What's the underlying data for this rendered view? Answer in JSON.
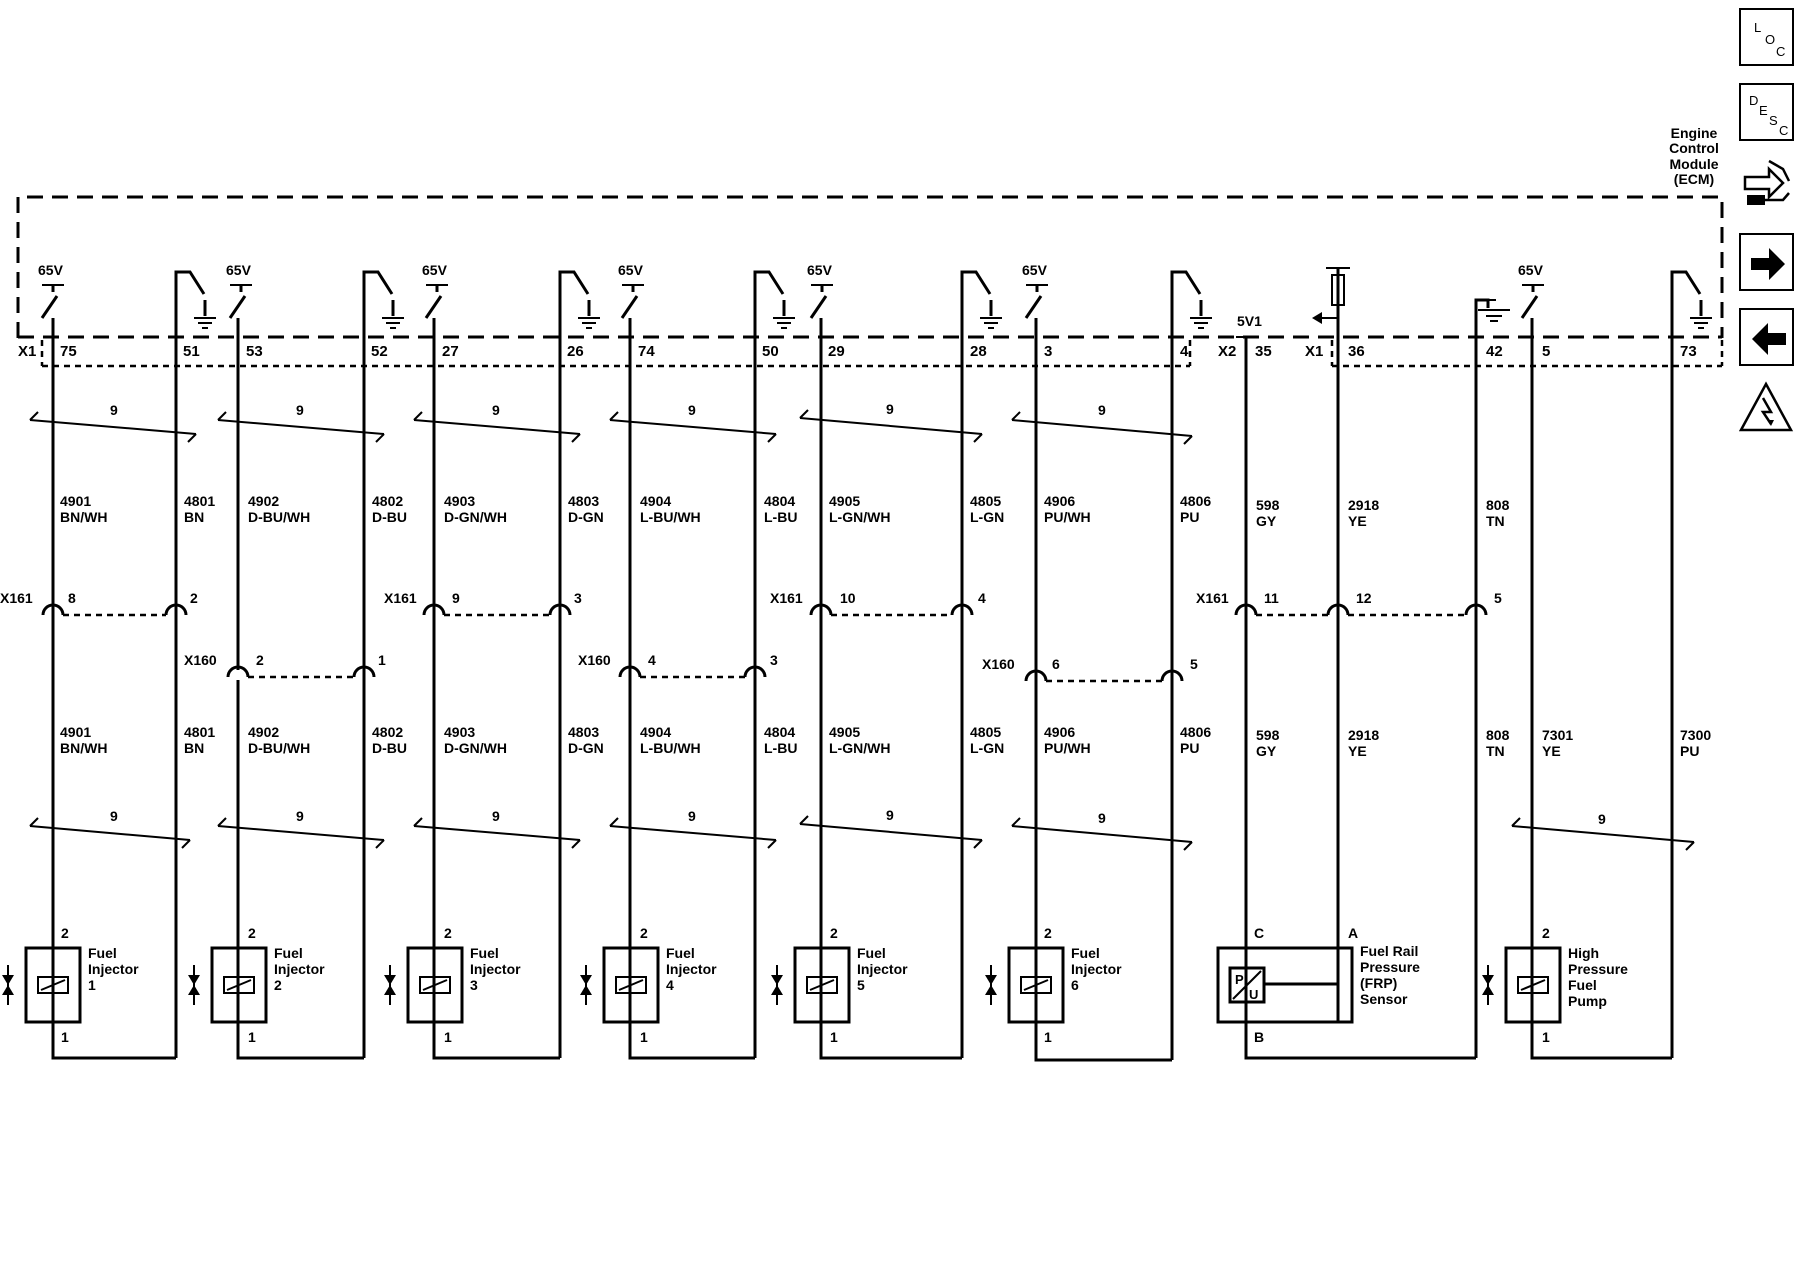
{
  "sidebar": {
    "loc": [
      "L",
      "O",
      "C"
    ],
    "desc": [
      "D",
      "E",
      "S",
      "C"
    ]
  },
  "module": {
    "name_lines": [
      "Engine",
      "Control",
      "Module",
      "(ECM)"
    ],
    "connectors": [
      "X1",
      "X2",
      "X1"
    ],
    "voltage": "65V",
    "ref_5v": "5V1"
  },
  "inline_connectors": {
    "x161": "X161",
    "x160": "X160"
  },
  "twist": "9",
  "injectors": [
    {
      "ecm_high": "75",
      "ecm_low": "51",
      "wire_high": "4901",
      "color_high": "BN/WH",
      "wire_low": "4801",
      "color_low": "BN",
      "conn": "X161",
      "pin_high": "8",
      "pin_low": "2",
      "name": [
        "Fuel",
        "Injector",
        "1"
      ],
      "t2": "2",
      "t1": "1"
    },
    {
      "ecm_high": "53",
      "ecm_low": "52",
      "wire_high": "4902",
      "color_high": "D-BU/WH",
      "wire_low": "4802",
      "color_low": "D-BU",
      "conn": "X160",
      "pin_high": "2",
      "pin_low": "1",
      "name": [
        "Fuel",
        "Injector",
        "2"
      ],
      "t2": "2",
      "t1": "1"
    },
    {
      "ecm_high": "27",
      "ecm_low": "26",
      "wire_high": "4903",
      "color_high": "D-GN/WH",
      "wire_low": "4803",
      "color_low": "D-GN",
      "conn": "X161",
      "pin_high": "9",
      "pin_low": "3",
      "name": [
        "Fuel",
        "Injector",
        "3"
      ],
      "t2": "2",
      "t1": "1"
    },
    {
      "ecm_high": "74",
      "ecm_low": "50",
      "wire_high": "4904",
      "color_high": "L-BU/WH",
      "wire_low": "4804",
      "color_low": "L-BU",
      "conn": "X160",
      "pin_high": "4",
      "pin_low": "3",
      "name": [
        "Fuel",
        "Injector",
        "4"
      ],
      "t2": "2",
      "t1": "1"
    },
    {
      "ecm_high": "29",
      "ecm_low": "28",
      "wire_high": "4905",
      "color_high": "L-GN/WH",
      "wire_low": "4805",
      "color_low": "L-GN",
      "conn": "X161",
      "pin_high": "10",
      "pin_low": "4",
      "name": [
        "Fuel",
        "Injector",
        "5"
      ],
      "t2": "2",
      "t1": "1"
    },
    {
      "ecm_high": "3",
      "ecm_low": "4",
      "wire_high": "4906",
      "color_high": "PU/WH",
      "wire_low": "4806",
      "color_low": "PU",
      "conn": "X160",
      "pin_high": "6",
      "pin_low": "5",
      "name": [
        "Fuel",
        "Injector",
        "6"
      ],
      "t2": "2",
      "t1": "1"
    }
  ],
  "frp": {
    "ecm_pins": [
      "35",
      "36",
      "42"
    ],
    "wires": [
      {
        "id": "598",
        "color": "GY"
      },
      {
        "id": "2918",
        "color": "YE"
      },
      {
        "id": "808",
        "color": "TN"
      }
    ],
    "conn": "X161",
    "conn_pins": [
      "11",
      "12",
      "5"
    ],
    "terminals": {
      "c": "C",
      "a": "A",
      "b": "B"
    },
    "symbol": [
      "P",
      "U"
    ],
    "name": [
      "Fuel Rail",
      "Pressure",
      "(FRP)",
      "Sensor"
    ]
  },
  "pump": {
    "ecm_pins": [
      "5",
      "73"
    ],
    "wires": [
      {
        "id": "7301",
        "color": "YE"
      },
      {
        "id": "7300",
        "color": "PU"
      }
    ],
    "name": [
      "High",
      "Pressure",
      "Fuel",
      "Pump"
    ],
    "t2": "2",
    "t1": "1"
  }
}
